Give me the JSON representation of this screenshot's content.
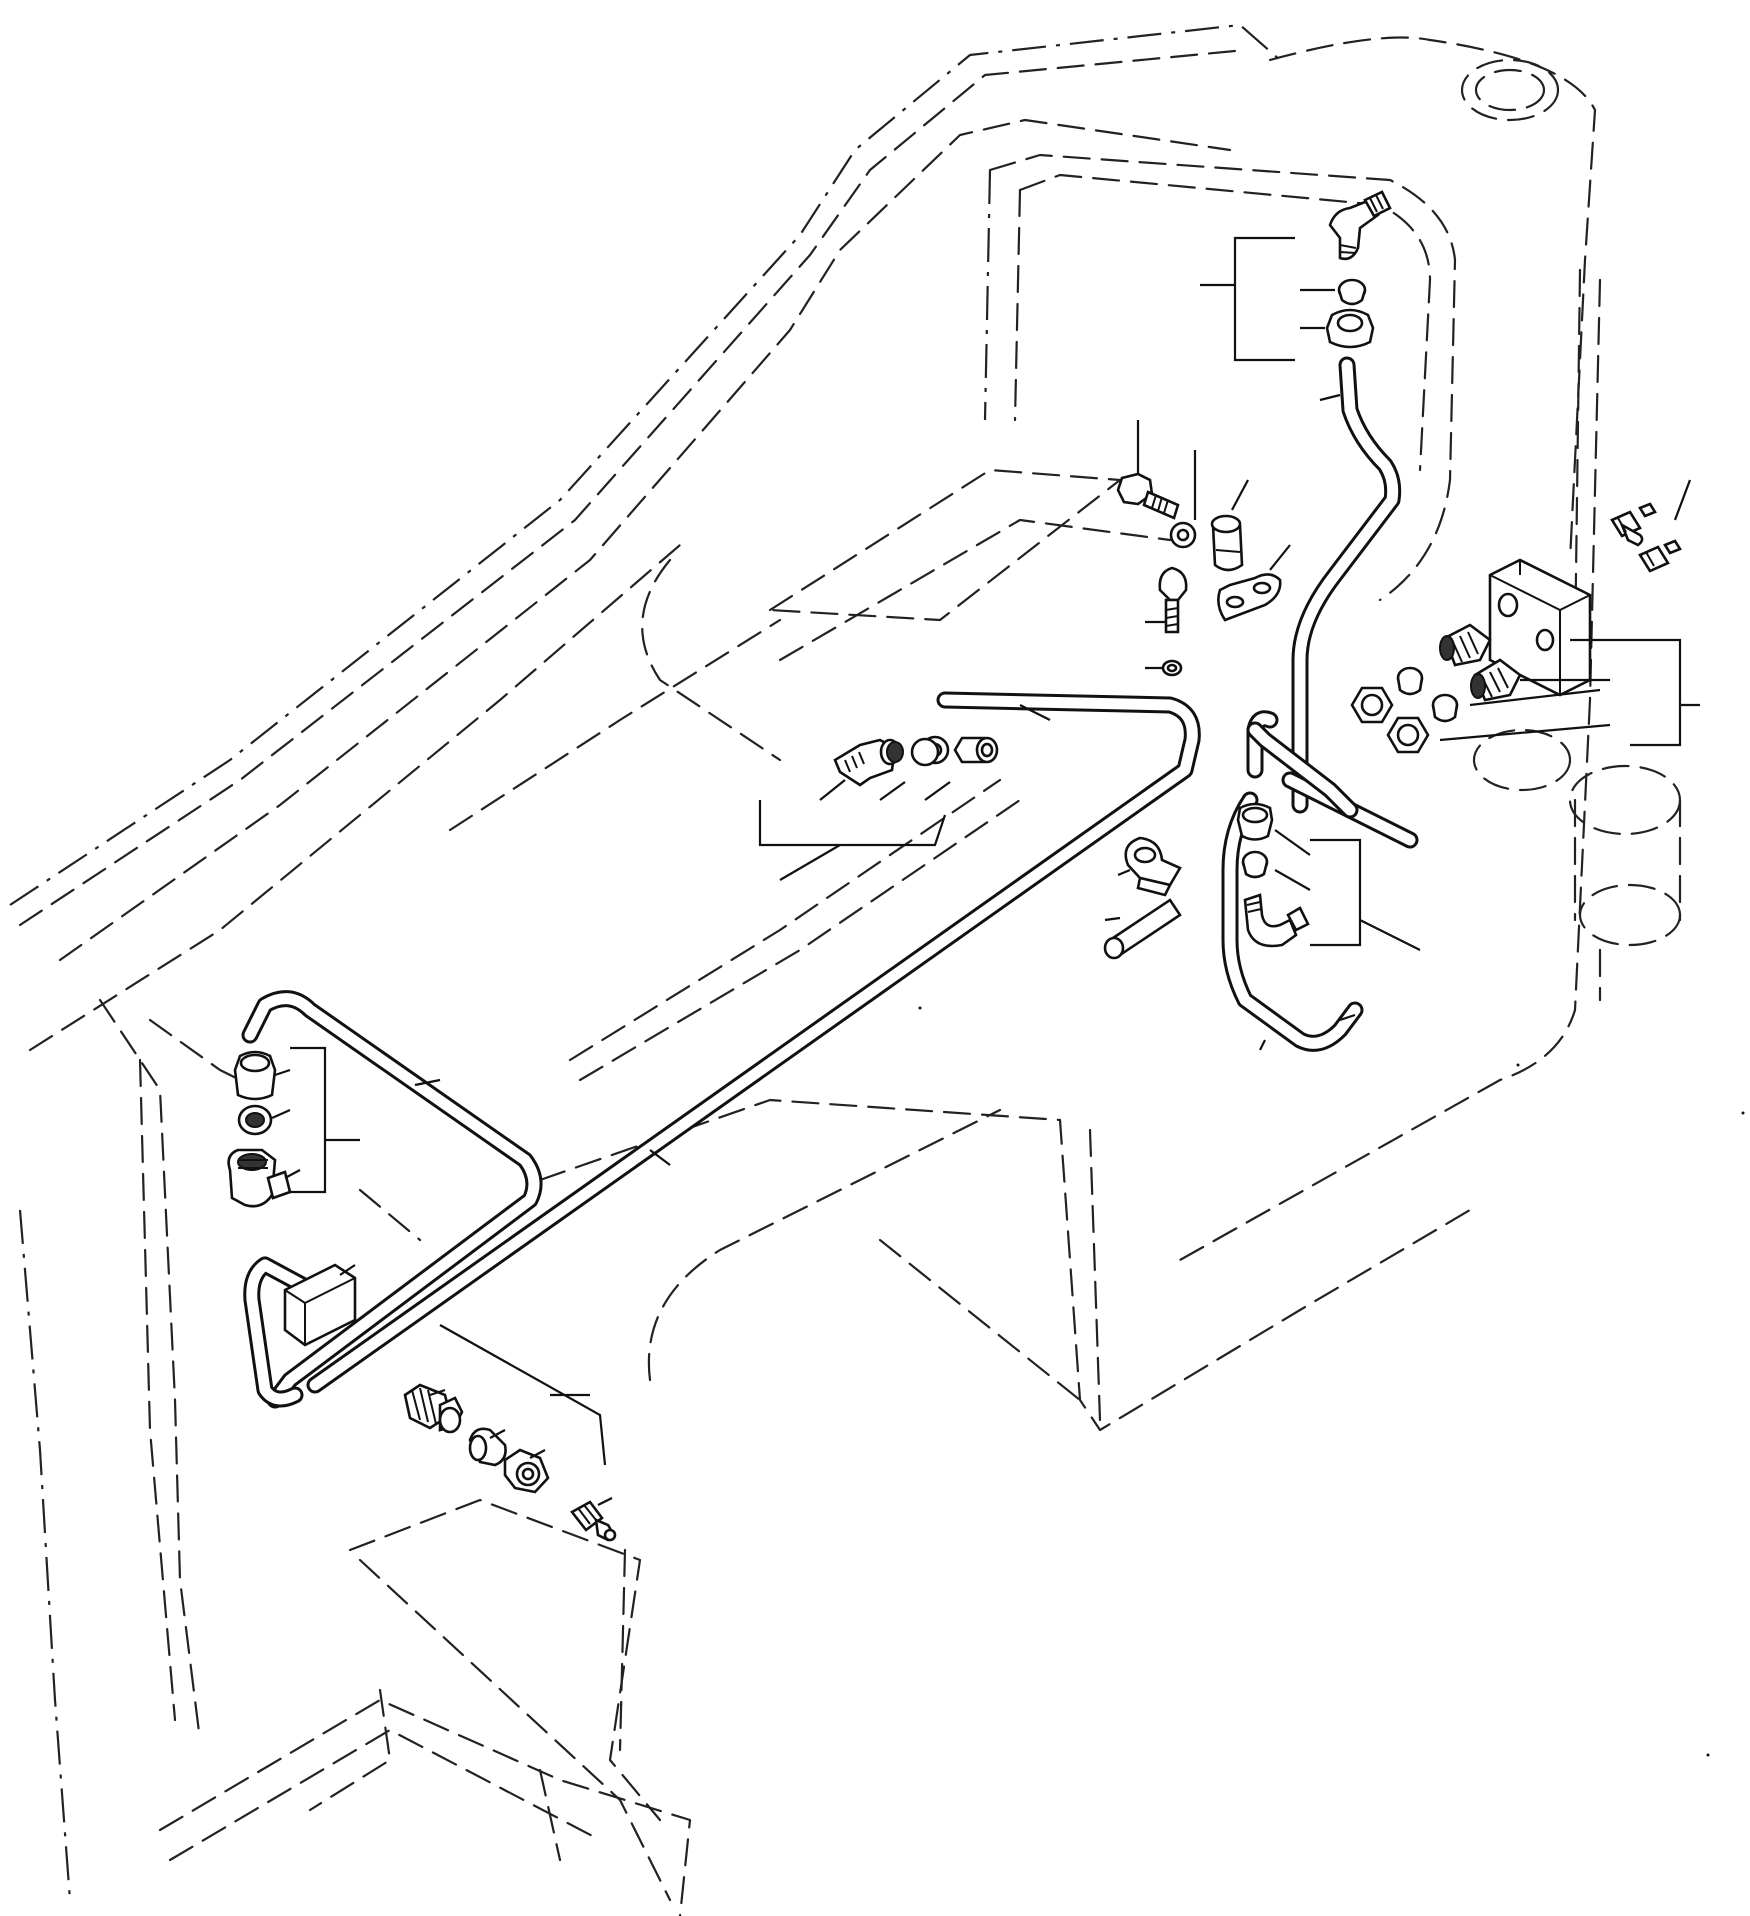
{
  "diagram": {
    "kind": "exploded parts diagram",
    "colors": {
      "line": "#111111",
      "background": "#ffffff"
    },
    "components": [
      {
        "id": "machine-frame-outline",
        "style": "phantom dashed"
      },
      {
        "id": "lube-pipe-long"
      },
      {
        "id": "lube-pipe-upper-right"
      },
      {
        "id": "lube-pipe-left-loop"
      },
      {
        "id": "lube-pipe-lower-right"
      },
      {
        "id": "elbow-fitting-top-right"
      },
      {
        "id": "sleeve-top-right"
      },
      {
        "id": "nut-top-right"
      },
      {
        "id": "bolt-upper"
      },
      {
        "id": "washer-upper"
      },
      {
        "id": "spacer-upper"
      },
      {
        "id": "clamp-upper"
      },
      {
        "id": "bolt-middle"
      },
      {
        "id": "washer-middle"
      },
      {
        "id": "elbow-fitting-middle"
      },
      {
        "id": "sleeve-middle"
      },
      {
        "id": "nut-middle"
      },
      {
        "id": "grease-nipple-right"
      },
      {
        "id": "junction-block-right"
      },
      {
        "id": "connector-right"
      },
      {
        "id": "nut-right"
      },
      {
        "id": "sleeve-right"
      },
      {
        "id": "clamp-lower"
      },
      {
        "id": "hose-short"
      },
      {
        "id": "nut-lower-right"
      },
      {
        "id": "sleeve-lower-right"
      },
      {
        "id": "elbow-fitting-lower-right"
      },
      {
        "id": "nut-left"
      },
      {
        "id": "sleeve-left"
      },
      {
        "id": "elbow-fitting-left"
      },
      {
        "id": "bracket-block-left"
      },
      {
        "id": "connector-bottom"
      },
      {
        "id": "sleeve-bottom"
      },
      {
        "id": "nut-bottom"
      },
      {
        "id": "grease-nipple-bottom"
      }
    ]
  }
}
